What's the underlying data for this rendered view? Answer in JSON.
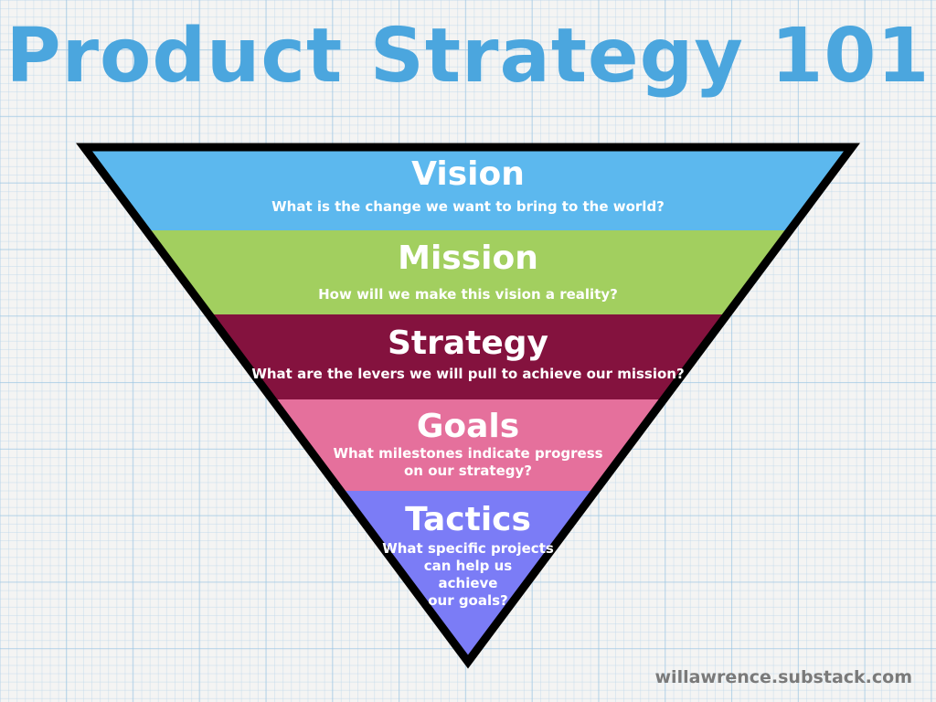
{
  "title": "Product Strategy 101",
  "colors": {
    "title": "#4ba6de",
    "vision": "#5cb8ee",
    "mission": "#a2cf5f",
    "strategy": "#84123e",
    "goals": "#e5709c",
    "tactics": "#7b7cf6",
    "border": "#000000",
    "footer": "#7a7a7a"
  },
  "levels": [
    {
      "name": "Vision",
      "question": [
        "What is the change we want to bring to the world?"
      ]
    },
    {
      "name": "Mission",
      "question": [
        "How will we make this vision a reality?"
      ]
    },
    {
      "name": "Strategy",
      "question": [
        "What are the levers we will pull to achieve our mission?"
      ]
    },
    {
      "name": "Goals",
      "question": [
        "What milestones indicate progress",
        "on our strategy?"
      ]
    },
    {
      "name": "Tactics",
      "question": [
        "What specific projects",
        "can help us",
        "achieve",
        "our goals?"
      ]
    }
  ],
  "footer": "willawrence.substack.com"
}
